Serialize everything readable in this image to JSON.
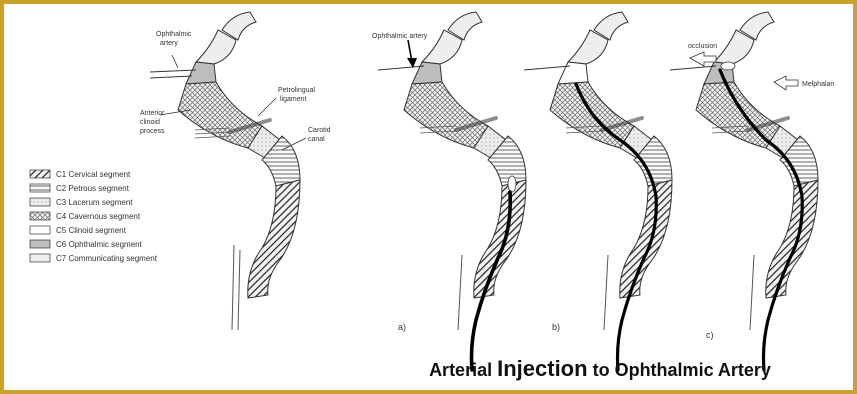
{
  "caption": {
    "part1": "Arterial",
    "part2": "Injection",
    "part3": "to Ophthalmic Artery"
  },
  "left_figure": {
    "labels": {
      "ophthalmic": [
        "Ophthalmic",
        "artery"
      ],
      "anterior_clinoid": [
        "Anterior",
        "clinoid",
        "process"
      ],
      "petrolingual": [
        "Petrolingual",
        "ligament"
      ],
      "carotid_canal": [
        "Carotid",
        "canal"
      ]
    },
    "legend": [
      {
        "code": "C1",
        "name": "Cervical segment",
        "pattern": "diag-dense"
      },
      {
        "code": "C2",
        "name": "Petrous segment",
        "pattern": "horiz"
      },
      {
        "code": "C3",
        "name": "Lacerum segment",
        "pattern": "light"
      },
      {
        "code": "C4",
        "name": "Cavernous segment",
        "pattern": "cross"
      },
      {
        "code": "C5",
        "name": "Clinoid segment",
        "pattern": "white"
      },
      {
        "code": "C6",
        "name": "Ophthalmic segment",
        "pattern": "gray"
      },
      {
        "code": "C7",
        "name": "Communicating segment",
        "pattern": "lightgray"
      }
    ]
  },
  "panels": [
    {
      "id": "a",
      "label": "a)",
      "annotation": "Ophthalmic artery"
    },
    {
      "id": "b",
      "label": "b)",
      "annotation": ""
    },
    {
      "id": "c",
      "label": "c)",
      "annotation": "occlusion",
      "annotation2": "Melphalan"
    }
  ]
}
